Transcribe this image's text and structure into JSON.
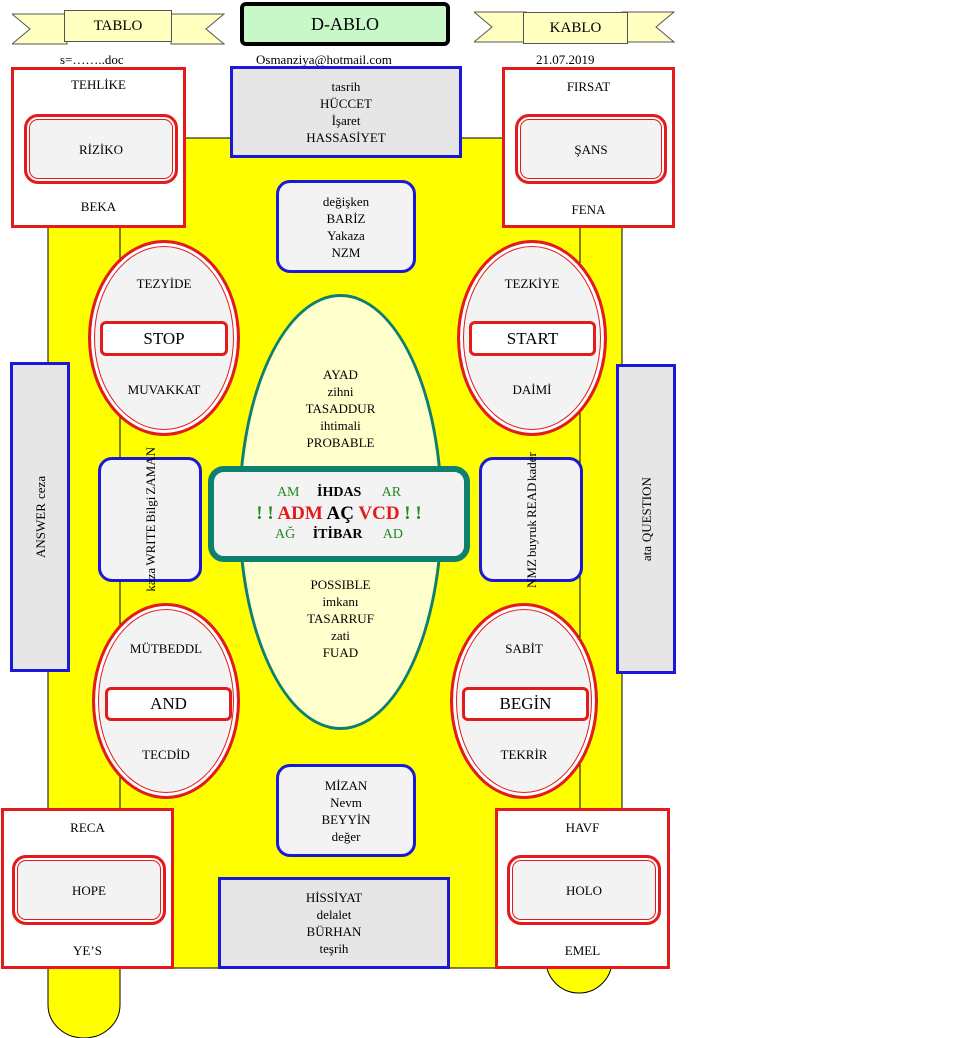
{
  "header": {
    "left_ribbon": "TABLO",
    "title": "D-ABLO",
    "right_ribbon": "KABLO",
    "left_sub": "s=……..doc",
    "email": "Osmanziya@hotmail.com",
    "date": "21.07.2019"
  },
  "corners": {
    "top_left": {
      "top": "TEHLİKE",
      "middle": "RİZİKO",
      "bottom": "BEKA"
    },
    "top_right": {
      "top": "FIRSAT",
      "middle": "ŞANS",
      "bottom": "FENA"
    },
    "bottom_left": {
      "top": "RECA",
      "middle": "HOPE",
      "bottom": "YE’S"
    },
    "bottom_right": {
      "top": "HAVF",
      "middle": "HOLO",
      "bottom": "EMEL"
    }
  },
  "top_box": [
    "tasrih",
    "HÜCCET",
    "İşaret",
    "HASSASİYET"
  ],
  "bottom_box": [
    "HİSSİYAT",
    "delalet",
    "BÜRHAN",
    "teşrih"
  ],
  "upper_round": [
    "değişken",
    "BARİZ",
    "Yakaza",
    "NZM"
  ],
  "lower_round": [
    "MİZAN",
    "Nevm",
    "BEYYİN",
    "değer"
  ],
  "ellipses": {
    "tl": {
      "top": "TEZYİDE",
      "pill": "STOP",
      "bottom": "MUVAKKAT"
    },
    "tr": {
      "top": "TEZKİYE",
      "pill": "START",
      "bottom": "DAİMİ"
    },
    "bl": {
      "top": "MÜTBEDDL",
      "pill": "AND",
      "bottom": "TECDİD"
    },
    "br": {
      "top": "SABİT",
      "pill": "BEGİN",
      "bottom": "TEKRİR"
    }
  },
  "left_side": {
    "line1": "ANSWER",
    "line2": "ceza"
  },
  "right_side": {
    "line1": "ata",
    "line2": "QUESTION"
  },
  "left_inner": [
    "kaza",
    "WRITE",
    "Bilgi",
    "ZAMAN"
  ],
  "right_inner": [
    "NMZ",
    "buyruk",
    "READ",
    "kader"
  ],
  "center_ellipse": {
    "upper": [
      "AYAD",
      "zihni",
      "TASADDUR",
      "ihtimali",
      "PROBABLE"
    ],
    "lower": [
      "POSSIBLE",
      "imkanı",
      "TASARRUF",
      "zati",
      "FUAD"
    ]
  },
  "center_box": {
    "row1": [
      "AM",
      "İHDAS",
      "AR"
    ],
    "row2": [
      "! !",
      "ADM",
      "AÇ",
      "VCD",
      "! !"
    ],
    "row3": [
      "AĞ",
      "İTİBAR",
      "AD"
    ]
  },
  "colors": {
    "yellow": "#ffff00",
    "red": "#e31b1b",
    "blue": "#1a1ad6",
    "teal": "#0f7f6f",
    "green": "#1f8a1f"
  }
}
